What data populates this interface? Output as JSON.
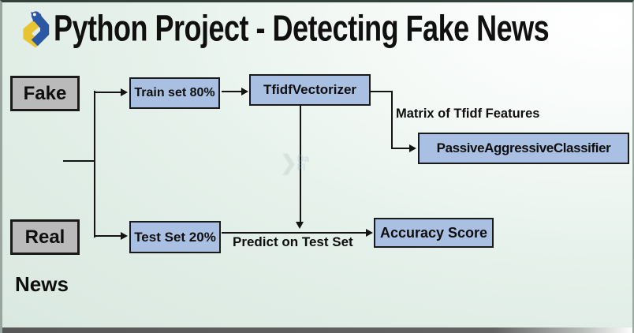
{
  "title": "Python Project - Detecting Fake News",
  "nodes": {
    "fake": "Fake",
    "real": "Real",
    "train": "Train set 80%",
    "test": "Test Set 20%",
    "tfidf": "TfidfVectorizer",
    "classifier": "PassiveAggressiveClassifier",
    "accuracy": "Accuracy Score"
  },
  "labels": {
    "matrix": "Matrix of Tfidf Features",
    "predict": "Predict on Test Set",
    "news": "News"
  },
  "icons": {
    "logo": "python-logo-icon"
  },
  "colors": {
    "box_blue": "#a9c0e3",
    "box_gray": "#bababa",
    "box_border": "#1a1a1a",
    "edge_line": "#141414",
    "background_mint": "#dce9e2",
    "background_white": "#ffffff",
    "logo_blue": "#2b57a5",
    "logo_yellow": "#e8c430"
  },
  "watermark": {
    "chevron": "❯",
    "line1": "Da",
    "line2": "Fl"
  }
}
